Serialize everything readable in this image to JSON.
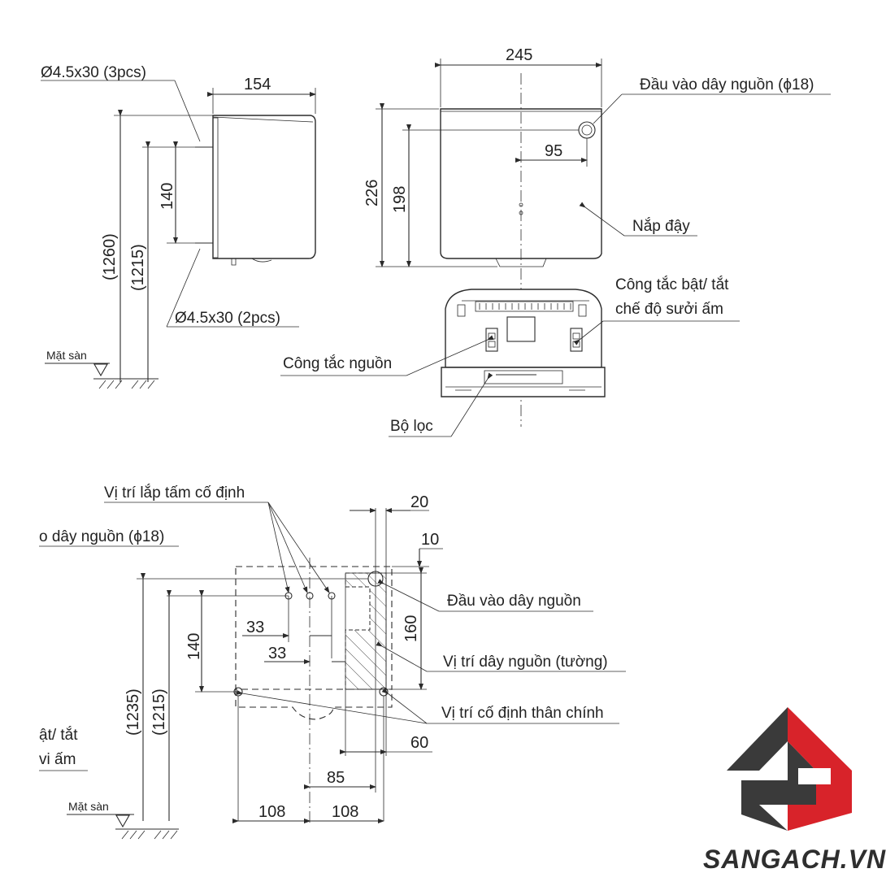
{
  "side_view": {
    "screw_top": "Ø4.5x30 (3pcs)",
    "screw_bottom": "Ø4.5x30 (2pcs)",
    "dim_width": "154",
    "dim_140": "140",
    "dim_1260": "(1260)",
    "dim_1215": "(1215)",
    "floor": "Mặt sàn"
  },
  "front_view": {
    "dim_245": "245",
    "dim_226": "226",
    "dim_198": "198",
    "dim_95": "95",
    "power_inlet": "Đầu vào dây nguồn (ϕ18)",
    "cover": "Nắp đậy",
    "heat_switch_1": "Công tắc bật/ tắt",
    "heat_switch_2": "chế độ sưởi ấm",
    "power_switch": "Công tắc nguồn",
    "filter": "Bộ lọc"
  },
  "mount_view": {
    "mount_plate": "Vị trí lắp tấm cố định",
    "power_inlet_partial": "o dây nguồn (ϕ18)",
    "dim_20": "20",
    "dim_10": "10",
    "power_inlet": "Đầu vào dây nguồn",
    "dim_160": "160",
    "wall_wire": "Vị trí dây nguồn (tường)",
    "dim_33a": "33",
    "dim_33b": "33",
    "dim_140": "140",
    "main_fix": "Vị trí cố định thân chính",
    "dim_1235": "(1235)",
    "dim_1215": "(1215)",
    "dim_60": "60",
    "dim_85": "85",
    "dim_108a": "108",
    "dim_108b": "108",
    "floor": "Mặt sàn",
    "partial_1": "ật/ tắt",
    "partial_2": "vi ấm"
  },
  "logo": {
    "brand": "SANGACH.VN",
    "color_dark": "#3a3a3a",
    "color_red": "#d8232a"
  }
}
